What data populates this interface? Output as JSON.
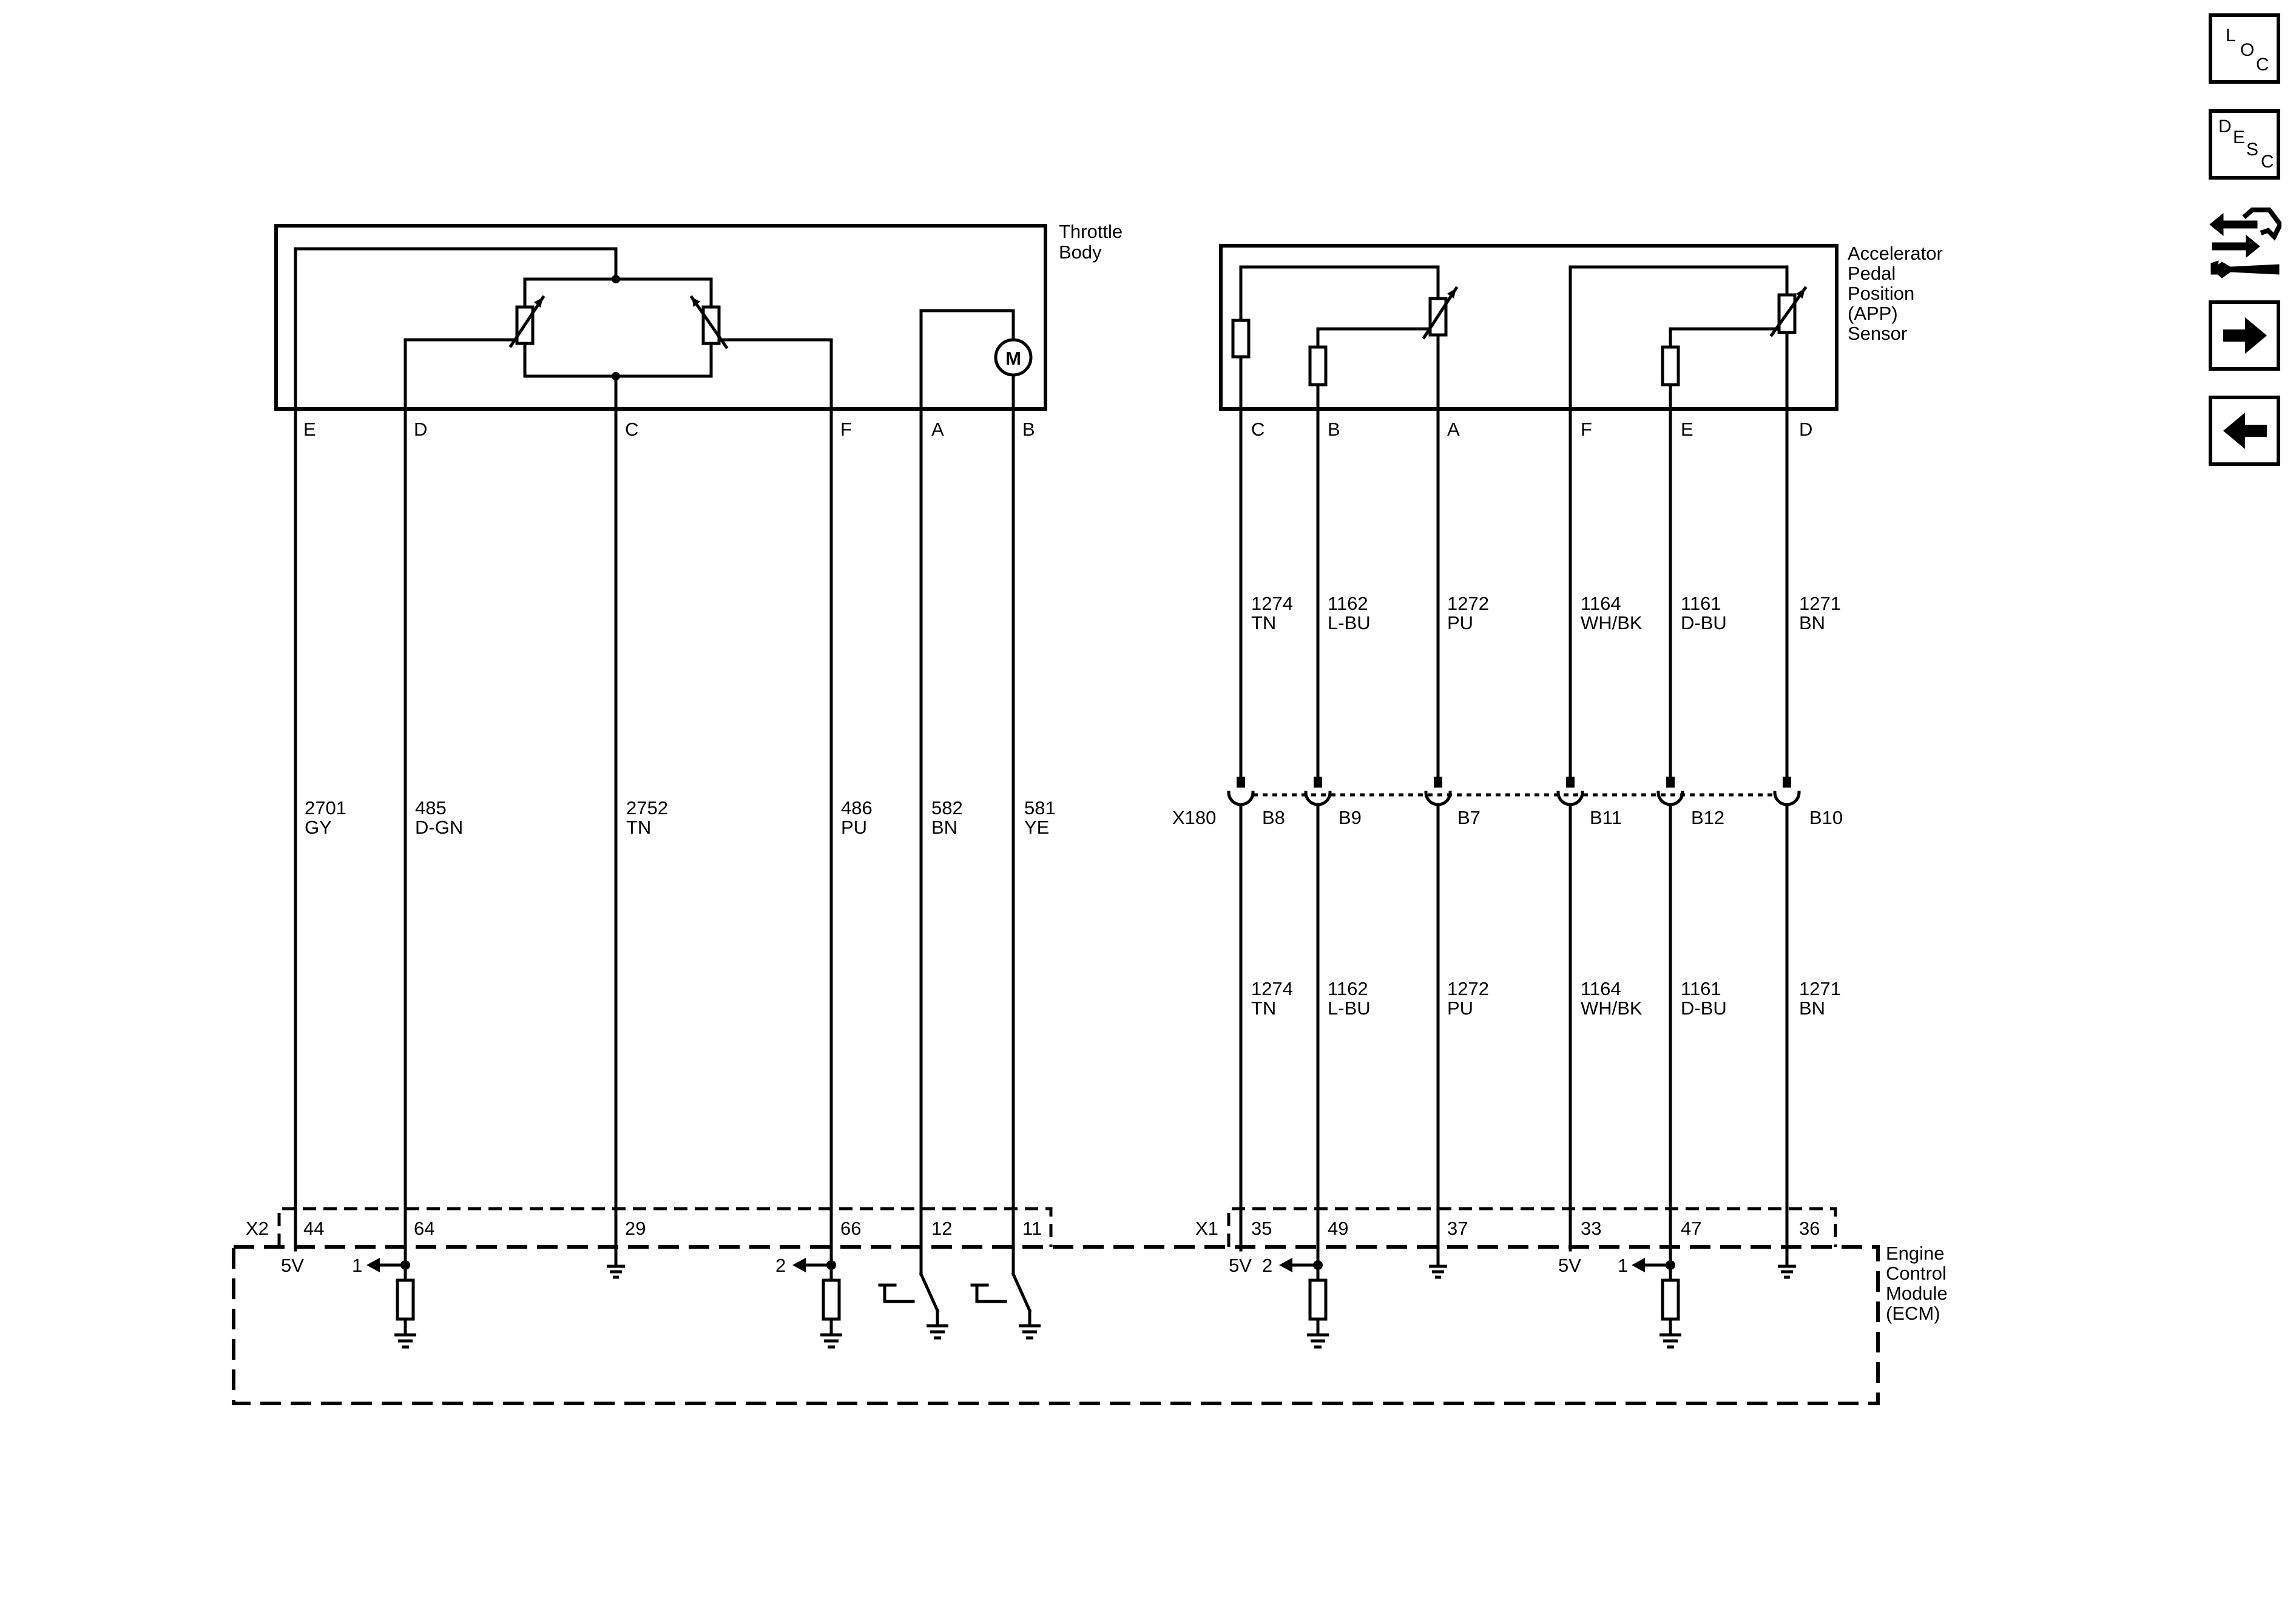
{
  "components": {
    "throttle_body": [
      "Throttle",
      "Body"
    ],
    "app_sensor": [
      "Accelerator",
      "Pedal",
      "Position",
      "(APP)",
      "Sensor"
    ],
    "ecm": [
      "Engine",
      "Control",
      "Module",
      "(ECM)"
    ]
  },
  "motor_label": "M",
  "connectors": {
    "x2": "X2",
    "x1": "X1",
    "x180": "X180"
  },
  "ecm_labels": {
    "v5": "5V",
    "one": "1",
    "two": "2"
  },
  "throttle_wires": [
    {
      "pin": "E",
      "circuit": "2701",
      "color": "GY",
      "ecm_pin": "44"
    },
    {
      "pin": "D",
      "circuit": "485",
      "color": "D-GN",
      "ecm_pin": "64"
    },
    {
      "pin": "C",
      "circuit": "2752",
      "color": "TN",
      "ecm_pin": "29"
    },
    {
      "pin": "F",
      "circuit": "486",
      "color": "PU",
      "ecm_pin": "66"
    },
    {
      "pin": "A",
      "circuit": "582",
      "color": "BN",
      "ecm_pin": "12"
    },
    {
      "pin": "B",
      "circuit": "581",
      "color": "YE",
      "ecm_pin": "11"
    }
  ],
  "app_wires": [
    {
      "pin": "C",
      "circuit": "1274",
      "color": "TN",
      "x180_pin": "B8",
      "ecm_pin": "35"
    },
    {
      "pin": "B",
      "circuit": "1162",
      "color": "L-BU",
      "x180_pin": "B9",
      "ecm_pin": "49"
    },
    {
      "pin": "A",
      "circuit": "1272",
      "color": "PU",
      "x180_pin": "B7",
      "ecm_pin": "37"
    },
    {
      "pin": "F",
      "circuit": "1164",
      "color": "WH/BK",
      "x180_pin": "B11",
      "ecm_pin": "33"
    },
    {
      "pin": "E",
      "circuit": "1161",
      "color": "D-BU",
      "x180_pin": "B12",
      "ecm_pin": "47"
    },
    {
      "pin": "D",
      "circuit": "1271",
      "color": "BN",
      "x180_pin": "B10",
      "ecm_pin": "36"
    }
  ],
  "nav": {
    "loc": {
      "l1": "L",
      "l2": "O",
      "l3": "C"
    },
    "desc": {
      "l1": "D",
      "l2": "E",
      "l3": "S",
      "l4": "C"
    },
    "icons": [
      "connector-tool-icon",
      "arrow-right-icon",
      "arrow-left-icon"
    ]
  }
}
